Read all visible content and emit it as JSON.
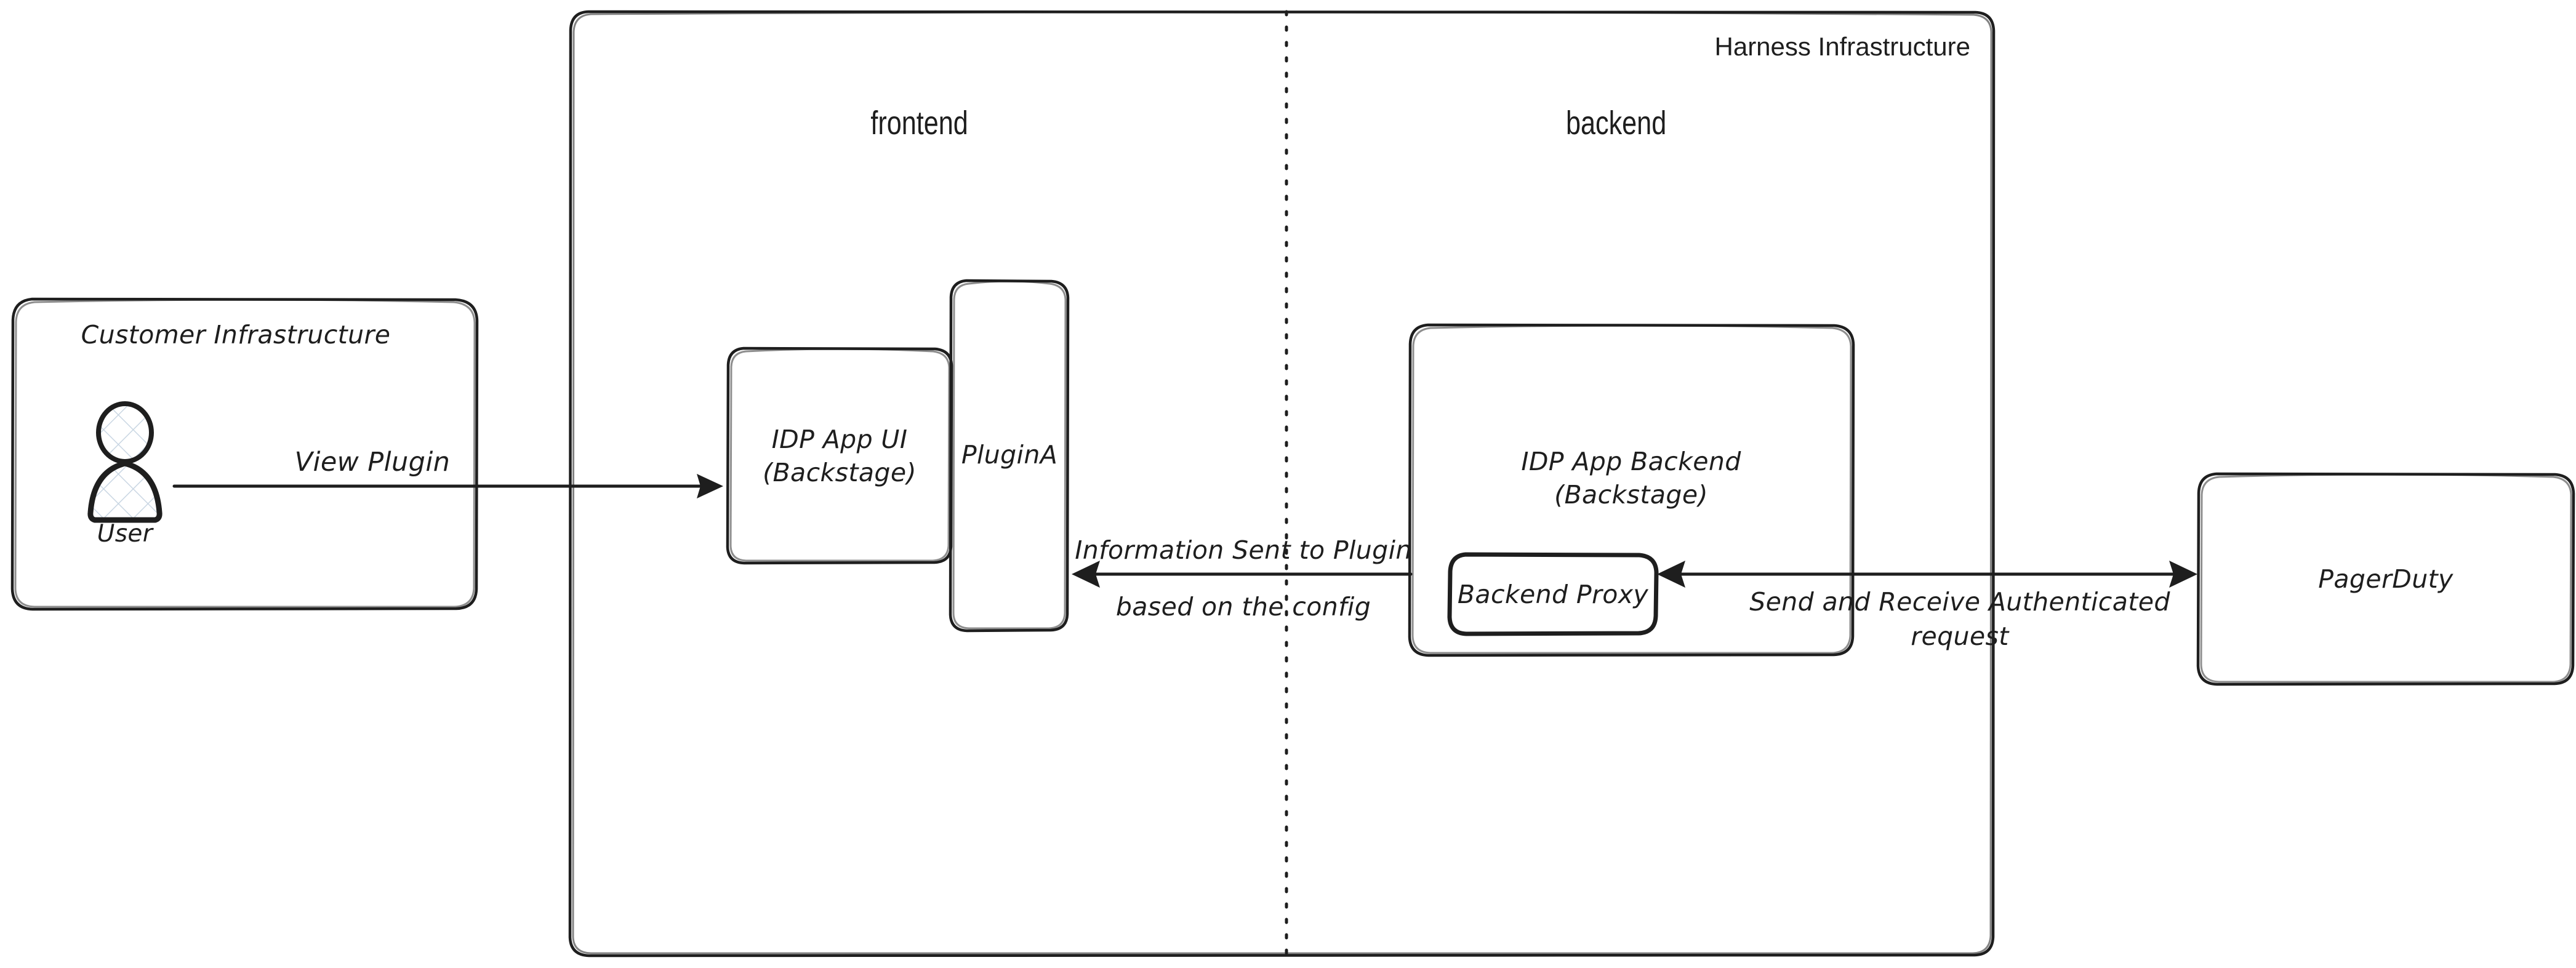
{
  "diagram": {
    "title_hidden": "",
    "containers": {
      "customer": {
        "label": "Customer Infrastructure"
      },
      "harness": {
        "label": "Harness Infrastructure"
      }
    },
    "columns": {
      "frontend": {
        "label": "frontend"
      },
      "backend": {
        "label": "backend"
      }
    },
    "nodes": {
      "user": {
        "label": "User",
        "icon": "user-actor-icon"
      },
      "idp_app_ui": {
        "line1": "IDP App UI",
        "line2": "(Backstage)"
      },
      "plugin_a": {
        "label": "PluginA"
      },
      "idp_app_backend": {
        "line1": "IDP App Backend",
        "line2": "(Backstage)"
      },
      "backend_proxy": {
        "label": "Backend Proxy"
      },
      "pagerduty": {
        "label": "PagerDuty"
      }
    },
    "edges": {
      "view_plugin": {
        "label": "View Plugin"
      },
      "info_to_plugin": {
        "line1": "Information Sent to Plugin",
        "line2": "based on the config"
      },
      "auth_request": {
        "line1": "Send and Receive Authenticated",
        "line2": "request"
      }
    },
    "colors": {
      "stroke": "#1e1e1e",
      "pagerduty_fill": "#a5d8ff",
      "actor_hatch": "#c9d6e3",
      "background": "#ffffff"
    }
  }
}
